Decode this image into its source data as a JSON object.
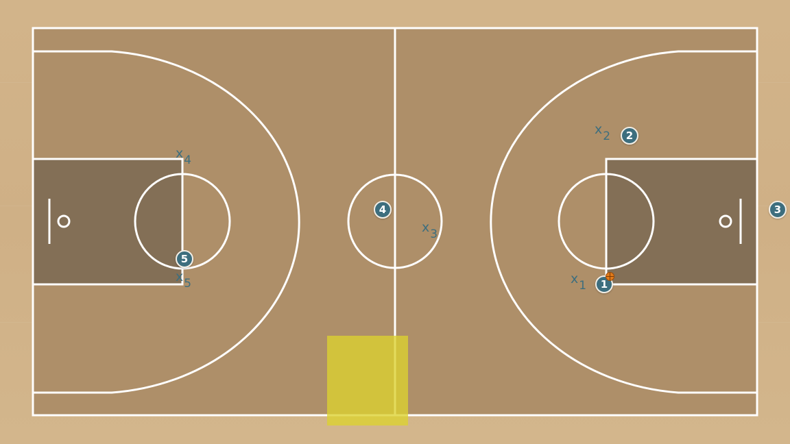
{
  "colors": {
    "floor": "#ae8f69",
    "paint": "#836f56",
    "lines": "#ffffff",
    "player": "#3d6e7e",
    "ball": "#e07a1a",
    "highlight": "#dcd230"
  },
  "offense": [
    {
      "number": "1",
      "has_ball": true
    },
    {
      "number": "2"
    },
    {
      "number": "3"
    },
    {
      "number": "4"
    },
    {
      "number": "5"
    }
  ],
  "defense": [
    {
      "mark": "x",
      "number": "1"
    },
    {
      "mark": "x",
      "number": "2"
    },
    {
      "mark": "x",
      "number": "3"
    },
    {
      "mark": "x",
      "number": "4"
    },
    {
      "mark": "x",
      "number": "5"
    }
  ],
  "icons": {
    "ball": "basketball-icon"
  }
}
